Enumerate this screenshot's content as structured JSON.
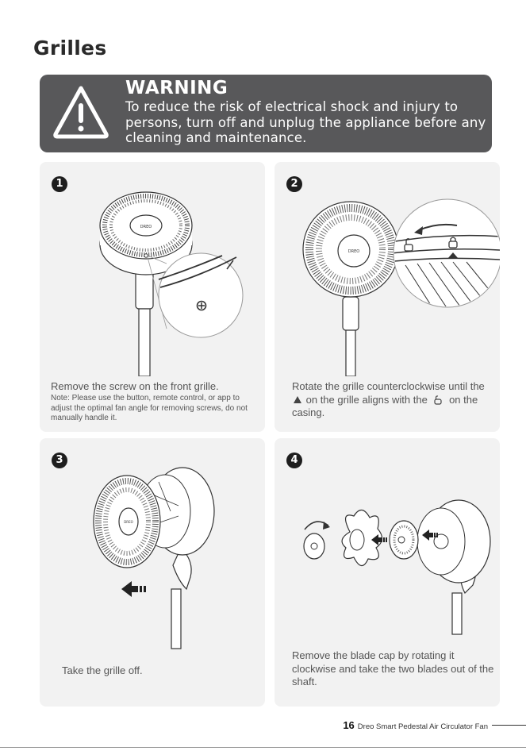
{
  "page": {
    "title": "Grilles",
    "page_number": "16",
    "footer_text": "Dreo Smart Pedestal Air Circulator Fan"
  },
  "warning": {
    "heading": "WARNING",
    "text": "To reduce the risk of electrical shock and injury to persons, turn off and unplug the appliance before any cleaning and maintenance."
  },
  "steps": [
    {
      "number": "1",
      "caption": "Remove the screw on the front grille.",
      "note": "Note: Please use the button, remote control, or app to adjust the optimal fan angle for removing screws, do not manually handle it.",
      "logo": "DREO"
    },
    {
      "number": "2",
      "caption_before_triangle": "Rotate the grille counterclockwise until the",
      "caption_middle": "on the grille aligns with the",
      "caption_after_lock": "on the casing.",
      "logo": "DREO"
    },
    {
      "number": "3",
      "caption": "Take the grille off.",
      "logo": "DREO"
    },
    {
      "number": "4",
      "caption": "Remove the blade cap by rotating it clockwise and take the two blades out of the shaft."
    }
  ],
  "icons": {
    "warning": "warning-triangle-icon",
    "unlock": "unlock-icon",
    "lock": "lock-icon",
    "arrow": "arrow-left-icon"
  },
  "colors": {
    "warning_bg": "#58585a",
    "panel_bg": "#f2f2f2",
    "number_badge": "#1e1e1e"
  }
}
